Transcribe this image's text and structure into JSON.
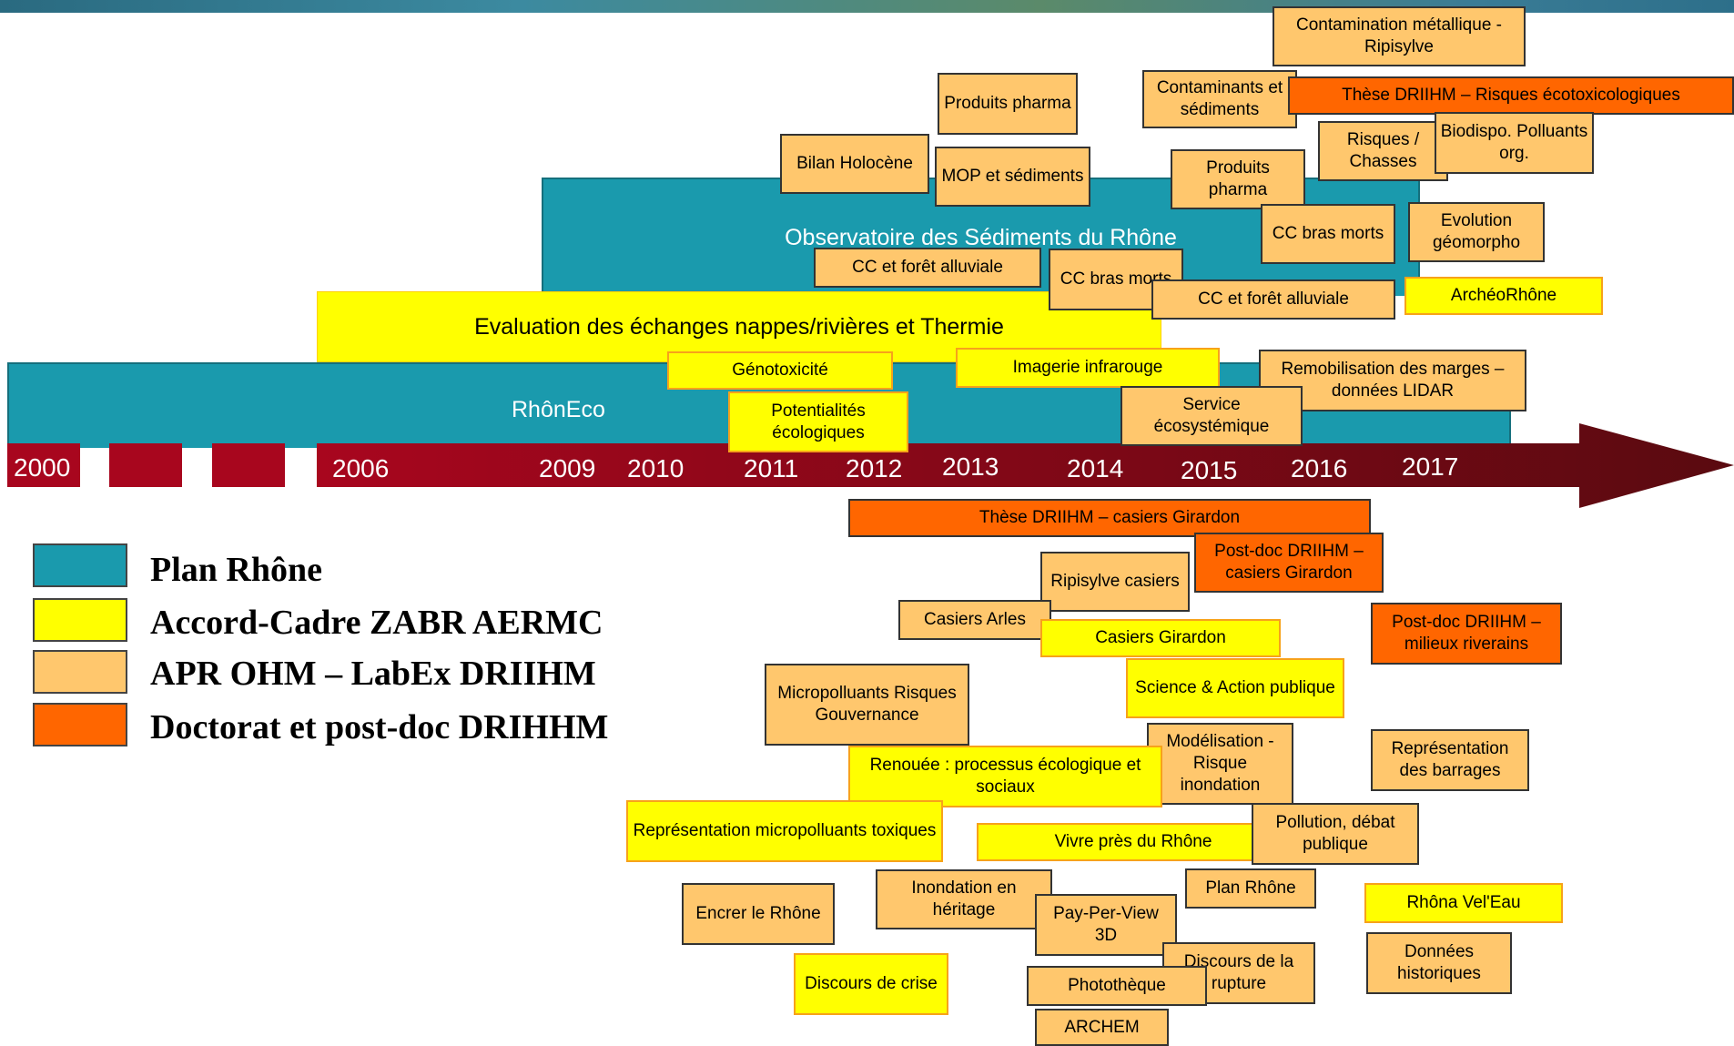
{
  "timeline": {
    "years": [
      "2000",
      "2006",
      "2009",
      "2010",
      "2011",
      "2012",
      "2013",
      "2014",
      "2015",
      "2016",
      "2017"
    ],
    "colors": {
      "arrow_start": "#a8061e",
      "arrow_end": "#5a0a10",
      "block": "#a8061e"
    }
  },
  "bands": {
    "observatoire": "Observatoire des Sédiments du Rhône",
    "evaluation": "Evaluation des échanges nappes/rivières et Thermie",
    "rhoneco": "RhônEco"
  },
  "boxes": {
    "contamination_metallique": "Contamination métallique - Ripisylve",
    "produits_pharma_1": "Produits pharma",
    "contaminants_sediments": "Contaminants et sédiments",
    "these_risques_eco": "Thèse DRIIHM – Risques écotoxicologiques",
    "bilan_holocene": "Bilan Holocène",
    "mop_sediments": "MOP et sédiments",
    "produits_pharma_2": "Produits pharma",
    "risques_chasses": "Risques / Chasses",
    "biodispo": "Biodispo. Polluants org.",
    "cc_bras_morts_1": "CC bras morts",
    "evolution_geomorpho": "Evolution géomorpho",
    "cc_foret_1": "CC et forêt alluviale",
    "cc_bras_morts_2": "CC bras morts",
    "cc_foret_2": "CC et forêt alluviale",
    "archeorhone": "ArchéoRhône",
    "genotoxicite": "Génotoxicité",
    "imagerie_infrarouge": "Imagerie infrarouge",
    "remobilisation": "Remobilisation des marges – données LIDAR",
    "potentialites": "Potentialités écologiques",
    "service_eco": "Service écosystémique",
    "these_casiers": "Thèse DRIIHM – casiers Girardon",
    "postdoc_casiers": "Post-doc DRIIHM – casiers Girardon",
    "ripisylve_casiers": "Ripisylve casiers",
    "casiers_arles": "Casiers Arles",
    "casiers_girardon": "Casiers Girardon",
    "postdoc_milieux": "Post-doc DRIIHM – milieux riverains",
    "science_action": "Science & Action publique",
    "micropolluants": "Micropolluants Risques Gouvernance",
    "modelisation": "Modélisation - Risque inondation",
    "representation_barrages": "Représentation des barrages",
    "renouee": "Renouée : processus écologique et sociaux",
    "representation_micro": "Représentation micropolluants toxiques",
    "vivre_pres": "Vivre près du Rhône",
    "pollution_debat": "Pollution, débat publique",
    "encrer": "Encrer le Rhône",
    "inondation_heritage": "Inondation en héritage",
    "plan_rhone_box": "Plan Rhône",
    "rhona_veleau": "Rhôna Vel'Eau",
    "pay_per_view": "Pay-Per-View 3D",
    "discours_rupture": "Discours de la rupture",
    "donnees_historiques": "Données historiques",
    "discours_crise": "Discours de crise",
    "phototheque": "Photothèque",
    "archem": "ARCHEM"
  },
  "legend": [
    {
      "label": "Plan Rhône",
      "color": "#1a9aad"
    },
    {
      "label": "Accord-Cadre ZABR AERMC",
      "color": "#ffff00"
    },
    {
      "label": "APR OHM – LabEx DRIIHM",
      "color": "#ffc76d"
    },
    {
      "label": "Doctorat et post-doc DRIHHM",
      "color": "#ff6600"
    }
  ]
}
